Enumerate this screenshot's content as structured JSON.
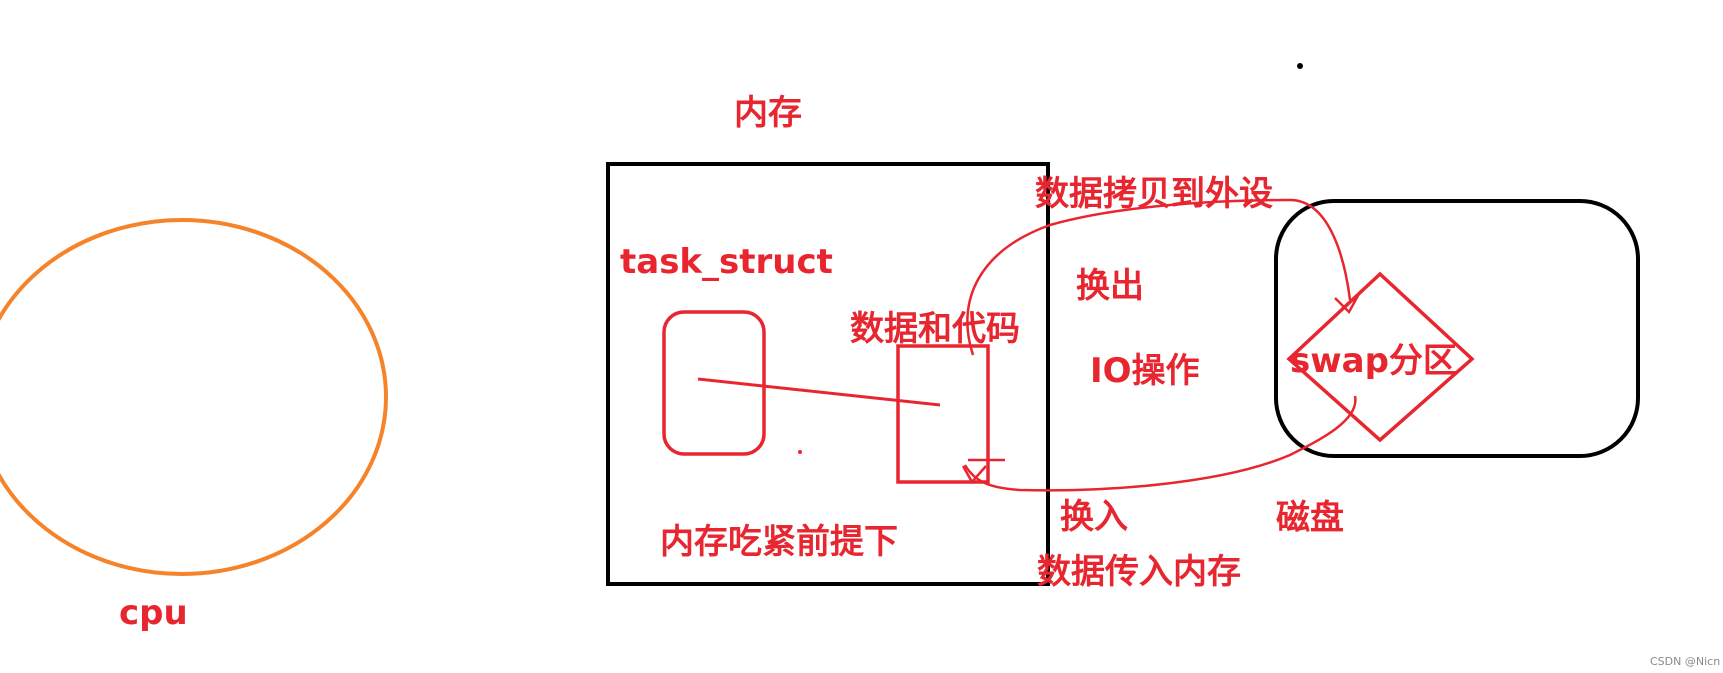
{
  "labels": {
    "memory": "内存",
    "task_struct": "task_struct",
    "data_and_code": "数据和代码",
    "memory_tight": "内存吃紧前提下",
    "copy_to_peripheral": "数据拷贝到外设",
    "swap_out": "换出",
    "io_operation": "IO操作",
    "swap_in": "换入",
    "data_into_memory": "数据传入内存",
    "swap_partition": "swap分区",
    "disk": "磁盘",
    "cpu": "cpu"
  },
  "watermark": "CSDN @Nicn",
  "colors": {
    "annotation_red": "#e8262f",
    "box_black": "#000000",
    "cpu_orange": "#f5832a",
    "watermark_gray": "#8a8a8a"
  }
}
